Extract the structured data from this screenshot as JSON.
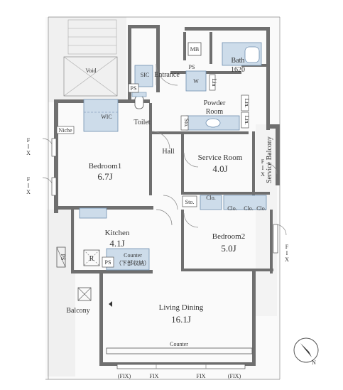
{
  "rooms": {
    "mb": "MB",
    "bath": "Bath",
    "bath_size": "1620",
    "ps_top": "PS",
    "sic": "SIC",
    "entrance": "Entrance",
    "void": "Void",
    "ps_left": "PS",
    "w": "W",
    "lin_top": "Lin",
    "powder1": "Powder",
    "powder2": "Room",
    "lin_a": "Lin.",
    "lin_b": "Lin.",
    "wic": "WIC",
    "toilet": "Toilet",
    "niche": "Niche",
    "hall": "Hall",
    "sto_hall": "Sto.",
    "bedroom1": "Bedroom1",
    "bedroom1_size": "6.7J",
    "service_room": "Service Room",
    "service_room_size": "4.0J",
    "service_balcony": "Service Balcony",
    "sto_mid": "Sto.",
    "clo_sr": "Clo.",
    "clo1": "Clo.",
    "clo2": "Clo.",
    "clo3": "Clo.",
    "kitchen": "Kitchen",
    "kitchen_size": "4.1J",
    "bedroom2": "Bedroom2",
    "bedroom2_size": "5.0J",
    "ps_kitchen_side": "PS",
    "r": "R",
    "ps_kitchen": "PS",
    "counter_k": "Counter",
    "counter_k_note": "（下部収納）",
    "balcony": "Balcony",
    "living": "Living Dining",
    "living_size": "16.1J",
    "counter_bottom": "Counter"
  },
  "windows": {
    "fix_l1": "F\nI\nX",
    "fix_l2": "F\nI\nX",
    "fix_sb": "F\nI\nX",
    "fix_b2": "F\nI\nX",
    "fix_b1": "(FIX)",
    "fix_b2t": "FIX",
    "fix_b3": "FIX",
    "fix_b4": "(FIX)"
  },
  "compass": {
    "label": "N"
  },
  "colors": {
    "wall": "#6f6f6f",
    "fixture_fill": "#cddcea",
    "fixture_stroke": "#6f8fb0"
  }
}
